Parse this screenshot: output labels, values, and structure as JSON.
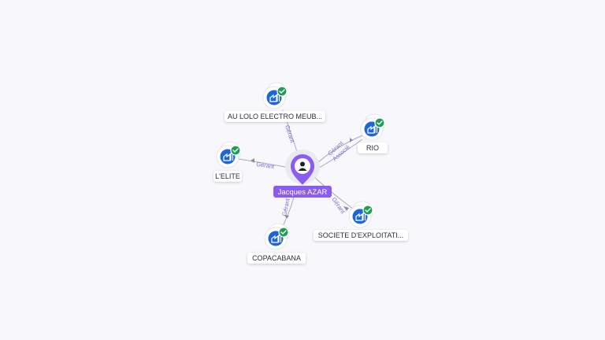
{
  "center": {
    "name": "Jacques AZAR",
    "icon": "person-icon",
    "color": "#8a5cf0"
  },
  "companies": [
    {
      "key": "au-lolo",
      "label": "AU LOLO ELECTRO MEUB...",
      "icon": "building-icon",
      "status": "check-icon"
    },
    {
      "key": "rio",
      "label": "RIO",
      "icon": "building-icon",
      "status": "check-icon"
    },
    {
      "key": "lelite",
      "label": "L'ELITE",
      "icon": "building-icon",
      "status": "check-icon"
    },
    {
      "key": "copacabana",
      "label": "COPACABANA",
      "icon": "building-icon",
      "status": "check-icon"
    },
    {
      "key": "societe",
      "label": "SOCIETE D'EXPLOITATI...",
      "icon": "building-icon",
      "status": "check-icon"
    }
  ],
  "relations": [
    {
      "to": "au-lolo",
      "label": "Gérant"
    },
    {
      "to": "rio",
      "label": "Gérant"
    },
    {
      "to": "rio",
      "label": "Associé"
    },
    {
      "to": "lelite",
      "label": "Gérant"
    },
    {
      "to": "copacabana",
      "label": "Gérant"
    },
    {
      "to": "societe",
      "label": "Gérant"
    }
  ],
  "colors": {
    "company_icon": "#1e66d8",
    "status_badge": "#1f9d55",
    "edge": "#a9a9c2",
    "edge_label": "#7a6fc4"
  }
}
